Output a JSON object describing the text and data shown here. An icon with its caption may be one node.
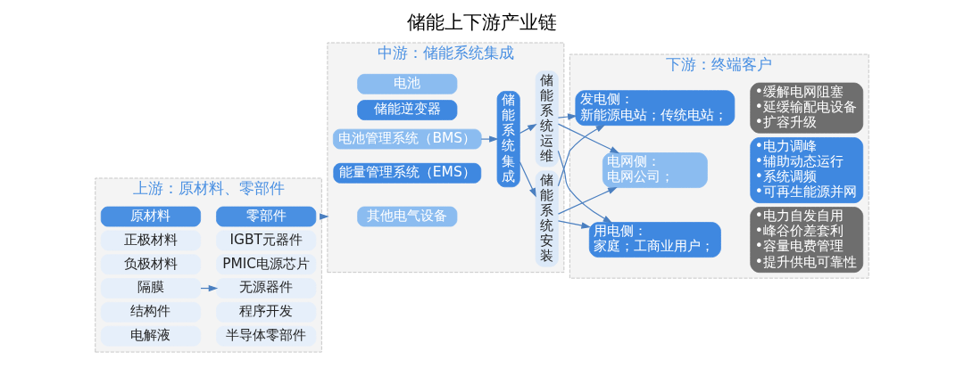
{
  "diagram": {
    "title": "储能上下游产业链",
    "nodes": [
      {
        "text": [
          "上游：原材料、零部件"
        ]
      },
      {
        "text": [
          "原材料"
        ],
        "in": 0
      },
      {
        "text": [
          "正极材料"
        ],
        "in": 0
      },
      {
        "text": [
          "负极材料"
        ],
        "in": 0
      },
      {
        "text": [
          "隔膜"
        ],
        "in": 0
      },
      {
        "text": [
          "结构件"
        ],
        "in": 0
      },
      {
        "text": [
          "电解液"
        ],
        "in": 0
      },
      {
        "text": [
          "零部件"
        ],
        "in": 0
      },
      {
        "text": [
          "IGBT元器件"
        ],
        "in": 0
      },
      {
        "text": [
          "PMIC电源芯片"
        ],
        "in": 0
      },
      {
        "text": [
          "无源器件"
        ],
        "in": 0
      },
      {
        "text": [
          "程序开发"
        ],
        "in": 0
      },
      {
        "text": [
          "半导体零部件"
        ],
        "in": 0
      },
      {
        "text": [
          "中游：储能系统集成"
        ]
      },
      {
        "text": [
          "电池"
        ],
        "in": 13
      },
      {
        "text": [
          "储能逆变器"
        ],
        "in": 13
      },
      {
        "text": [
          "电池管理系统（BMS）"
        ],
        "in": 13
      },
      {
        "text": [
          "能量管理系统（EMS）"
        ],
        "in": 13
      },
      {
        "text": [
          "其他电气设备"
        ],
        "in": 13
      },
      {
        "text": [
          "储能系统集成"
        ],
        "in": 13
      },
      {
        "text": [
          "储能系统安装"
        ],
        "in": 13
      },
      {
        "text": [
          "储能系统运维"
        ],
        "in": 13
      },
      {
        "text": [
          "下游：终端客户"
        ]
      },
      {
        "text": [
          "发电侧：",
          "新能源电站；传统电站；"
        ],
        "in": 22
      },
      {
        "text": [
          "•缓解电网阻塞",
          "•延缓输配电设备",
          "•扩容升级"
        ],
        "in": 22
      },
      {
        "text": [
          "电网侧：",
          "电网公司；"
        ],
        "in": 22
      },
      {
        "text": [
          "•电力调峰",
          "•辅助动态运行",
          "•系统调频",
          "•可再生能源并网"
        ],
        "in": 22
      },
      {
        "text": [
          "用电侧：",
          "家庭；工商业用户；"
        ],
        "in": 22
      },
      {
        "text": [
          "•电力自发自用",
          "•峰谷价差套利",
          "•容量电费管理",
          "•提升供电可靠性"
        ],
        "in": 22
      }
    ],
    "edges": [
      {
        "from": 0,
        "to": 13,
        "arrow": "to"
      },
      {
        "from": 4,
        "to": 10,
        "arrow": "to"
      },
      {
        "from": 16,
        "to": 19,
        "arrow": "to"
      },
      {
        "from": 19,
        "to": 20,
        "arrow": "to"
      },
      {
        "from": 19,
        "to": 21,
        "arrow": "to"
      },
      {
        "from": 20,
        "to": 23,
        "arrow": "to"
      },
      {
        "from": 20,
        "to": 25,
        "arrow": "to"
      },
      {
        "from": 20,
        "to": 27,
        "arrow": "to"
      },
      {
        "from": 21,
        "to": 23,
        "arrow": "to"
      },
      {
        "from": 21,
        "to": 25,
        "arrow": "to"
      },
      {
        "from": 21,
        "to": 27,
        "arrow": "to"
      }
    ]
  }
}
